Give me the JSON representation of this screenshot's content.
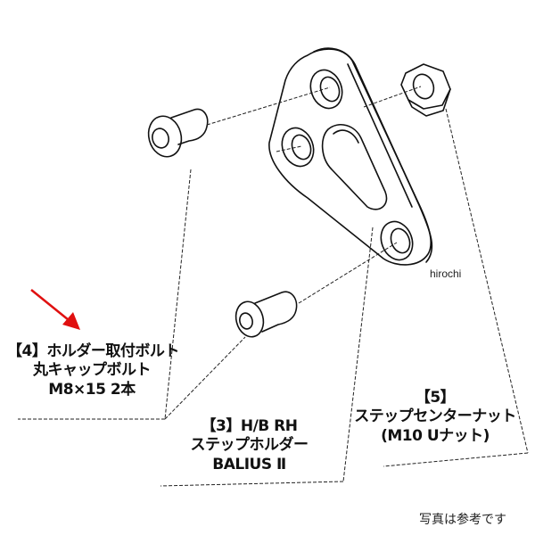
{
  "diagram": {
    "type": "exploded-parts-drawing",
    "parts": [
      {
        "id": "4",
        "lines": [
          "【4】ホルダー取付ボルト",
          "丸キャップボルト",
          "M8×15 2本"
        ]
      },
      {
        "id": "3",
        "lines": [
          "【3】H/B RH",
          "ステップホルダー",
          "BALIUS Ⅱ"
        ]
      },
      {
        "id": "5",
        "lines": [
          "【5】",
          "ステップセンターナット",
          "(M10 Uナット)"
        ]
      }
    ],
    "watermark": "hirochi",
    "disclaimer": "写真は参考です",
    "arrow_color": "#e01010",
    "line_color": "#111111"
  }
}
